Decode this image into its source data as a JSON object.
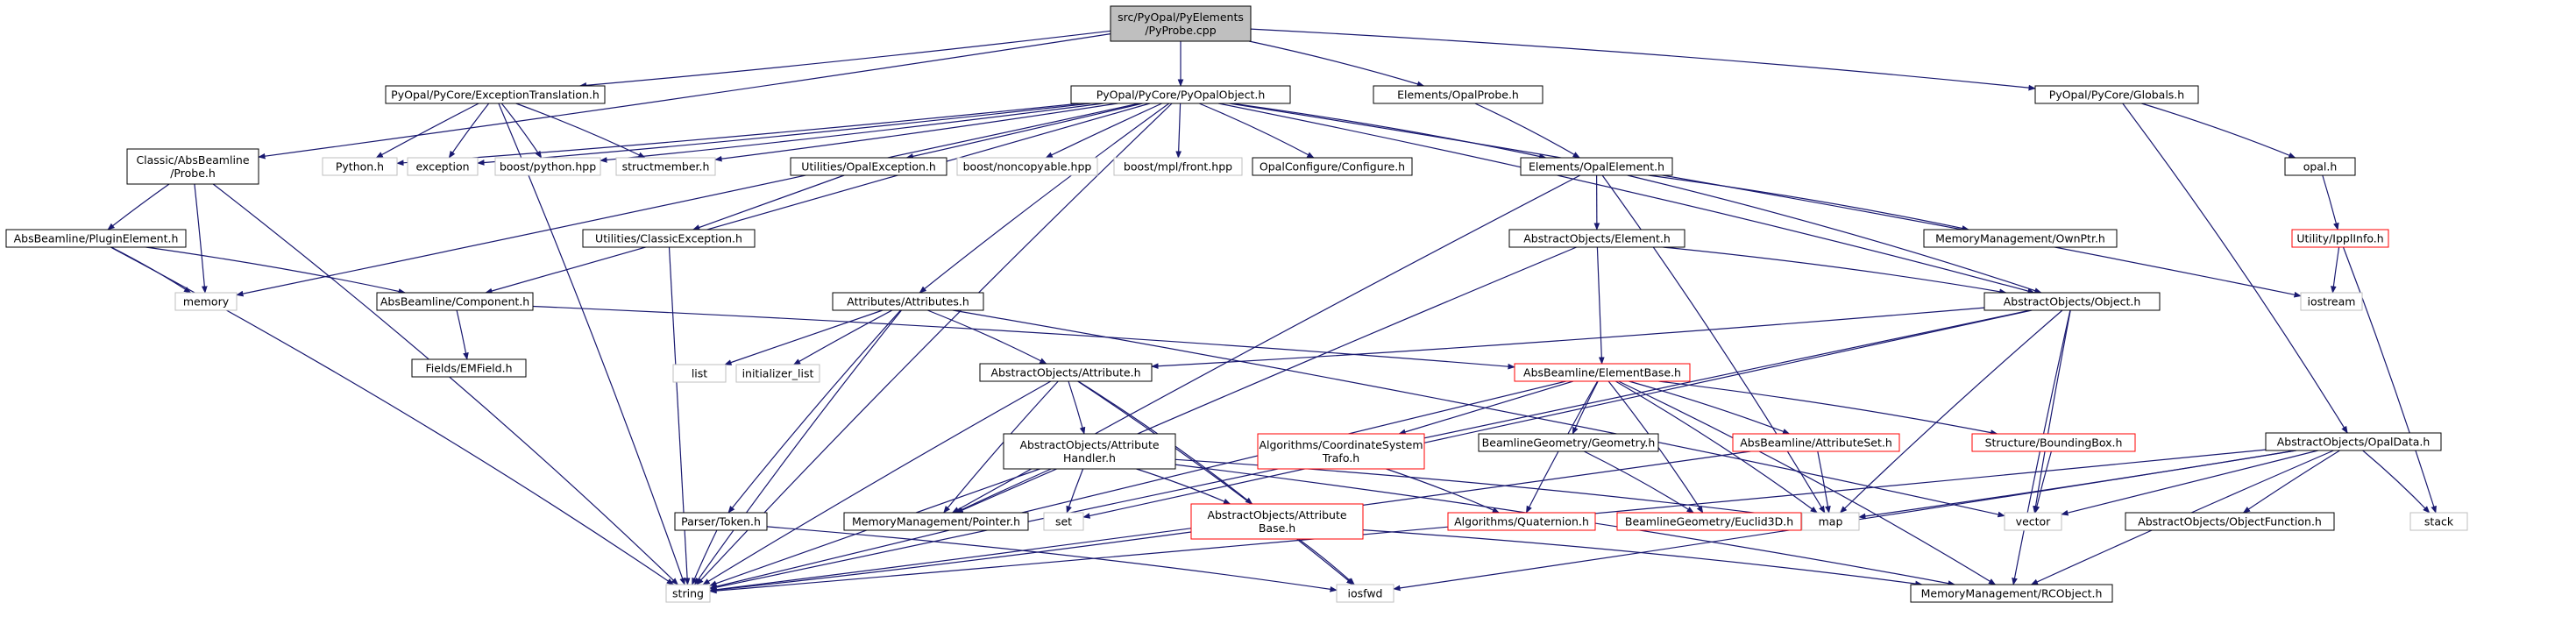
{
  "diagram": {
    "colors": {
      "edge": "#191970",
      "root_fill": "#bfbfbf",
      "border_default": "#000000",
      "border_missing": "#ff0000",
      "border_external": "#bfbfbf"
    },
    "nodes": [
      {
        "id": "root",
        "lines": [
          "src/PyOpal/PyElements",
          "/PyProbe.cpp"
        ],
        "style": "root"
      },
      {
        "id": "exceptiontranslation",
        "lines": [
          "PyOpal/PyCore/ExceptionTranslation.h"
        ],
        "style": "default"
      },
      {
        "id": "pyopalobject",
        "lines": [
          "PyOpal/PyCore/PyOpalObject.h"
        ],
        "style": "default"
      },
      {
        "id": "opalprobe",
        "lines": [
          "Elements/OpalProbe.h"
        ],
        "style": "default"
      },
      {
        "id": "globals",
        "lines": [
          "PyOpal/PyCore/Globals.h"
        ],
        "style": "default"
      },
      {
        "id": "classicprobe",
        "lines": [
          "Classic/AbsBeamline",
          "/Probe.h"
        ],
        "style": "default"
      },
      {
        "id": "python",
        "lines": [
          "Python.h"
        ],
        "style": "external"
      },
      {
        "id": "exception",
        "lines": [
          "exception"
        ],
        "style": "external"
      },
      {
        "id": "boostpython",
        "lines": [
          "boost/python.hpp"
        ],
        "style": "external"
      },
      {
        "id": "structmember",
        "lines": [
          "structmember.h"
        ],
        "style": "external"
      },
      {
        "id": "opalexception",
        "lines": [
          "Utilities/OpalException.h"
        ],
        "style": "default"
      },
      {
        "id": "noncopyable",
        "lines": [
          "boost/noncopyable.hpp"
        ],
        "style": "external"
      },
      {
        "id": "mplfront",
        "lines": [
          "boost/mpl/front.hpp"
        ],
        "style": "external"
      },
      {
        "id": "configure",
        "lines": [
          "OpalConfigure/Configure.h"
        ],
        "style": "default"
      },
      {
        "id": "opalelement",
        "lines": [
          "Elements/OpalElement.h"
        ],
        "style": "default"
      },
      {
        "id": "opalh",
        "lines": [
          "opal.h"
        ],
        "style": "default"
      },
      {
        "id": "pluginelement",
        "lines": [
          "AbsBeamline/PluginElement.h"
        ],
        "style": "default"
      },
      {
        "id": "classicexception",
        "lines": [
          "Utilities/ClassicException.h"
        ],
        "style": "default"
      },
      {
        "id": "elementh",
        "lines": [
          "AbstractObjects/Element.h"
        ],
        "style": "default"
      },
      {
        "id": "ownptr",
        "lines": [
          "MemoryManagement/OwnPtr.h"
        ],
        "style": "default"
      },
      {
        "id": "ippl",
        "lines": [
          "Utility/IpplInfo.h"
        ],
        "style": "missing"
      },
      {
        "id": "memory",
        "lines": [
          "memory"
        ],
        "style": "external"
      },
      {
        "id": "component",
        "lines": [
          "AbsBeamline/Component.h"
        ],
        "style": "default"
      },
      {
        "id": "attributes",
        "lines": [
          "Attributes/Attributes.h"
        ],
        "style": "default"
      },
      {
        "id": "objecth",
        "lines": [
          "AbstractObjects/Object.h"
        ],
        "style": "default"
      },
      {
        "id": "iostream",
        "lines": [
          "iostream"
        ],
        "style": "external"
      },
      {
        "id": "emfield",
        "lines": [
          "Fields/EMField.h"
        ],
        "style": "default"
      },
      {
        "id": "list",
        "lines": [
          "list"
        ],
        "style": "external"
      },
      {
        "id": "initlist",
        "lines": [
          "initializer_list"
        ],
        "style": "external"
      },
      {
        "id": "attribute",
        "lines": [
          "AbstractObjects/Attribute.h"
        ],
        "style": "default"
      },
      {
        "id": "elementbase",
        "lines": [
          "AbsBeamline/ElementBase.h"
        ],
        "style": "missing"
      },
      {
        "id": "opaldata",
        "lines": [
          "AbstractObjects/OpalData.h"
        ],
        "style": "default"
      },
      {
        "id": "attrhandler",
        "lines": [
          "AbstractObjects/Attribute",
          "Handler.h"
        ],
        "style": "default"
      },
      {
        "id": "coordtrafo",
        "lines": [
          "Algorithms/CoordinateSystem",
          "Trafo.h"
        ],
        "style": "missing"
      },
      {
        "id": "geometry",
        "lines": [
          "BeamlineGeometry/Geometry.h"
        ],
        "style": "default"
      },
      {
        "id": "attributeset",
        "lines": [
          "AbsBeamline/AttributeSet.h"
        ],
        "style": "missing"
      },
      {
        "id": "boundingbox",
        "lines": [
          "Structure/BoundingBox.h"
        ],
        "style": "missing"
      },
      {
        "id": "parsertoken",
        "lines": [
          "Parser/Token.h"
        ],
        "style": "default"
      },
      {
        "id": "pointer",
        "lines": [
          "MemoryManagement/Pointer.h"
        ],
        "style": "default"
      },
      {
        "id": "set",
        "lines": [
          "set"
        ],
        "style": "external"
      },
      {
        "id": "attrbase",
        "lines": [
          "AbstractObjects/Attribute",
          "Base.h"
        ],
        "style": "missing"
      },
      {
        "id": "quaternion",
        "lines": [
          "Algorithms/Quaternion.h"
        ],
        "style": "missing"
      },
      {
        "id": "euclid3d",
        "lines": [
          "BeamlineGeometry/Euclid3D.h"
        ],
        "style": "missing"
      },
      {
        "id": "map",
        "lines": [
          "map"
        ],
        "style": "external"
      },
      {
        "id": "vector",
        "lines": [
          "vector"
        ],
        "style": "external"
      },
      {
        "id": "objectfunction",
        "lines": [
          "AbstractObjects/ObjectFunction.h"
        ],
        "style": "default"
      },
      {
        "id": "stack",
        "lines": [
          "stack"
        ],
        "style": "external"
      },
      {
        "id": "string",
        "lines": [
          "string"
        ],
        "style": "external"
      },
      {
        "id": "iosfwd",
        "lines": [
          "iosfwd"
        ],
        "style": "external"
      },
      {
        "id": "rcobject",
        "lines": [
          "MemoryManagement/RCObject.h"
        ],
        "style": "default"
      }
    ],
    "edges": [
      [
        "root",
        "exceptiontranslation"
      ],
      [
        "root",
        "pyopalobject"
      ],
      [
        "root",
        "opalprobe"
      ],
      [
        "root",
        "globals"
      ],
      [
        "root",
        "classicprobe"
      ],
      [
        "exceptiontranslation",
        "python"
      ],
      [
        "exceptiontranslation",
        "exception"
      ],
      [
        "exceptiontranslation",
        "boostpython"
      ],
      [
        "exceptiontranslation",
        "structmember"
      ],
      [
        "exceptiontranslation",
        "string"
      ],
      [
        "pyopalobject",
        "python"
      ],
      [
        "pyopalobject",
        "exception"
      ],
      [
        "pyopalobject",
        "boostpython"
      ],
      [
        "pyopalobject",
        "structmember"
      ],
      [
        "pyopalobject",
        "opalexception"
      ],
      [
        "pyopalobject",
        "noncopyable"
      ],
      [
        "pyopalobject",
        "mplfront"
      ],
      [
        "pyopalobject",
        "configure"
      ],
      [
        "pyopalobject",
        "opalelement"
      ],
      [
        "pyopalobject",
        "memory"
      ],
      [
        "pyopalobject",
        "string"
      ],
      [
        "pyopalobject",
        "attributes"
      ],
      [
        "pyopalobject",
        "objecth"
      ],
      [
        "pyopalobject",
        "iostream"
      ],
      [
        "pyopalobject",
        "component"
      ],
      [
        "opalprobe",
        "opalelement"
      ],
      [
        "globals",
        "opalh"
      ],
      [
        "globals",
        "opaldata"
      ],
      [
        "opalh",
        "ippl"
      ],
      [
        "ippl",
        "iostream"
      ],
      [
        "ippl",
        "stack"
      ],
      [
        "classicprobe",
        "pluginelement"
      ],
      [
        "classicprobe",
        "memory"
      ],
      [
        "classicprobe",
        "string"
      ],
      [
        "pluginelement",
        "component"
      ],
      [
        "pluginelement",
        "memory"
      ],
      [
        "pluginelement",
        "string"
      ],
      [
        "opalexception",
        "classicexception"
      ],
      [
        "classicexception",
        "string"
      ],
      [
        "opalelement",
        "elementh"
      ],
      [
        "opalelement",
        "ownptr"
      ],
      [
        "opalelement",
        "objecth"
      ],
      [
        "opalelement",
        "pointer"
      ],
      [
        "opalelement",
        "map"
      ],
      [
        "elementh",
        "elementbase"
      ],
      [
        "elementh",
        "objecth"
      ],
      [
        "elementh",
        "pointer"
      ],
      [
        "component",
        "emfield"
      ],
      [
        "component",
        "elementbase"
      ],
      [
        "attributes",
        "list"
      ],
      [
        "attributes",
        "initlist"
      ],
      [
        "attributes",
        "attribute"
      ],
      [
        "attributes",
        "parsertoken"
      ],
      [
        "attributes",
        "string"
      ],
      [
        "attributes",
        "vector"
      ],
      [
        "objecth",
        "attribute"
      ],
      [
        "objecth",
        "set"
      ],
      [
        "objecth",
        "map"
      ],
      [
        "objecth",
        "vector"
      ],
      [
        "objecth",
        "string"
      ],
      [
        "objecth",
        "rcobject"
      ],
      [
        "attribute",
        "attrhandler"
      ],
      [
        "attribute",
        "attrbase"
      ],
      [
        "attribute",
        "pointer"
      ],
      [
        "attribute",
        "string"
      ],
      [
        "attribute",
        "iosfwd"
      ],
      [
        "elementbase",
        "coordtrafo"
      ],
      [
        "elementbase",
        "geometry"
      ],
      [
        "elementbase",
        "attributeset"
      ],
      [
        "elementbase",
        "boundingbox"
      ],
      [
        "elementbase",
        "quaternion"
      ],
      [
        "elementbase",
        "euclid3d"
      ],
      [
        "elementbase",
        "map"
      ],
      [
        "elementbase",
        "string"
      ],
      [
        "elementbase",
        "rcobject"
      ],
      [
        "attrhandler",
        "attrbase"
      ],
      [
        "attrhandler",
        "map"
      ],
      [
        "attrhandler",
        "pointer"
      ],
      [
        "attrhandler",
        "set"
      ],
      [
        "attrhandler",
        "string"
      ],
      [
        "attrhandler",
        "rcobject"
      ],
      [
        "coordtrafo",
        "quaternion"
      ],
      [
        "geometry",
        "euclid3d"
      ],
      [
        "attributeset",
        "map"
      ],
      [
        "attributeset",
        "string"
      ],
      [
        "boundingbox",
        "vector"
      ],
      [
        "attrbase",
        "string"
      ],
      [
        "attrbase",
        "iosfwd"
      ],
      [
        "attrbase",
        "rcobject"
      ],
      [
        "parsertoken",
        "string"
      ],
      [
        "parsertoken",
        "iosfwd"
      ],
      [
        "opaldata",
        "map"
      ],
      [
        "opaldata",
        "vector"
      ],
      [
        "opaldata",
        "objectfunction"
      ],
      [
        "opaldata",
        "stack"
      ],
      [
        "opaldata",
        "string"
      ],
      [
        "opaldata",
        "iosfwd"
      ],
      [
        "opaldata",
        "rcobject"
      ]
    ]
  }
}
